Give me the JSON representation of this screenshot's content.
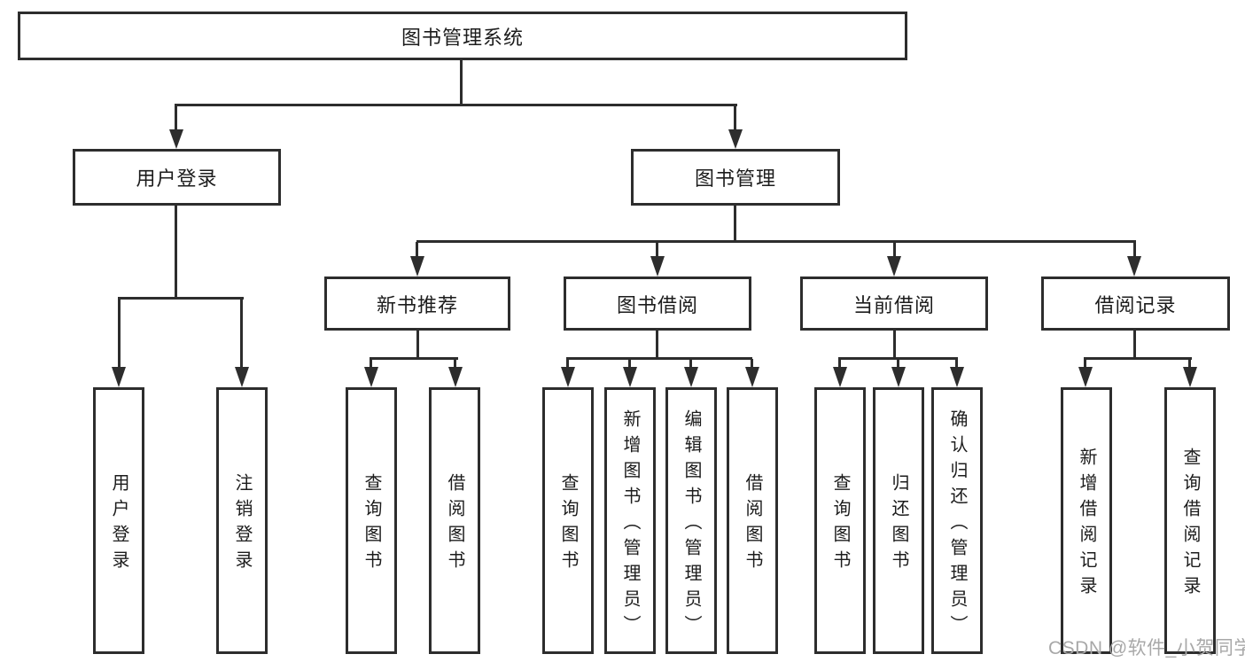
{
  "diagram": {
    "root": {
      "label": "图书管理系统"
    },
    "level1": [
      {
        "label": "用户登录"
      },
      {
        "label": "图书管理"
      }
    ],
    "level2": [
      {
        "label": "新书推荐"
      },
      {
        "label": "图书借阅"
      },
      {
        "label": "当前借阅"
      },
      {
        "label": "借阅记录"
      }
    ],
    "leaves": {
      "user_login": [
        {
          "label": "用户登录"
        },
        {
          "label": "注销登录"
        }
      ],
      "new_book_recommend": [
        {
          "label": "查询图书"
        },
        {
          "label": "借阅图书"
        }
      ],
      "book_borrow": [
        {
          "label": "查询图书"
        },
        {
          "label": "新增图书（管理员）"
        },
        {
          "label": "编辑图书（管理员）"
        },
        {
          "label": "借阅图书"
        }
      ],
      "current_borrow": [
        {
          "label": "查询图书"
        },
        {
          "label": "归还图书"
        },
        {
          "label": "确认归还（管理员）"
        }
      ],
      "borrow_records": [
        {
          "label": "新增借阅记录"
        },
        {
          "label": "查询借阅记录"
        }
      ]
    },
    "watermark": "CSDN @软件_小贺同学",
    "colors": {
      "line": "#2d2d2d",
      "background": "#ffffff",
      "watermark": "#a8a8a8"
    }
  }
}
